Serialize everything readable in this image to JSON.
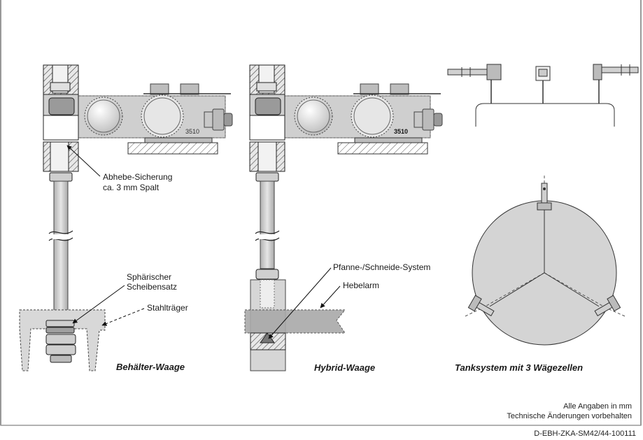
{
  "left_diagram": {
    "caption": "Behälter-Waage",
    "label_lift_guard_line1": "Abhebe-Sicherung",
    "label_lift_guard_line2": "ca. 3 mm Spalt",
    "label_washer_line1": "Sphärischer",
    "label_washer_line2": "Scheibensatz",
    "label_beam": "Stahlträger",
    "cell_number": "3510"
  },
  "middle_diagram": {
    "caption": "Hybrid-Waage",
    "label_knife_edge": "Pfanne-/Schneide-System",
    "label_lever": "Hebelarm",
    "cell_number": "3510"
  },
  "right_diagram": {
    "caption": "Tanksystem mit 3 Wägezellen"
  },
  "footer": {
    "note_line1": "Alle Angaben in mm",
    "note_line2": "Technische Änderungen vorbehalten",
    "doc_code": "D-EBH-ZKA-SM42/44-100111"
  },
  "colors": {
    "cell_fill": "#cfcfcf",
    "hatch": "#444444",
    "tank_fill": "#d4d4d4",
    "line": "#2a2a2a"
  }
}
